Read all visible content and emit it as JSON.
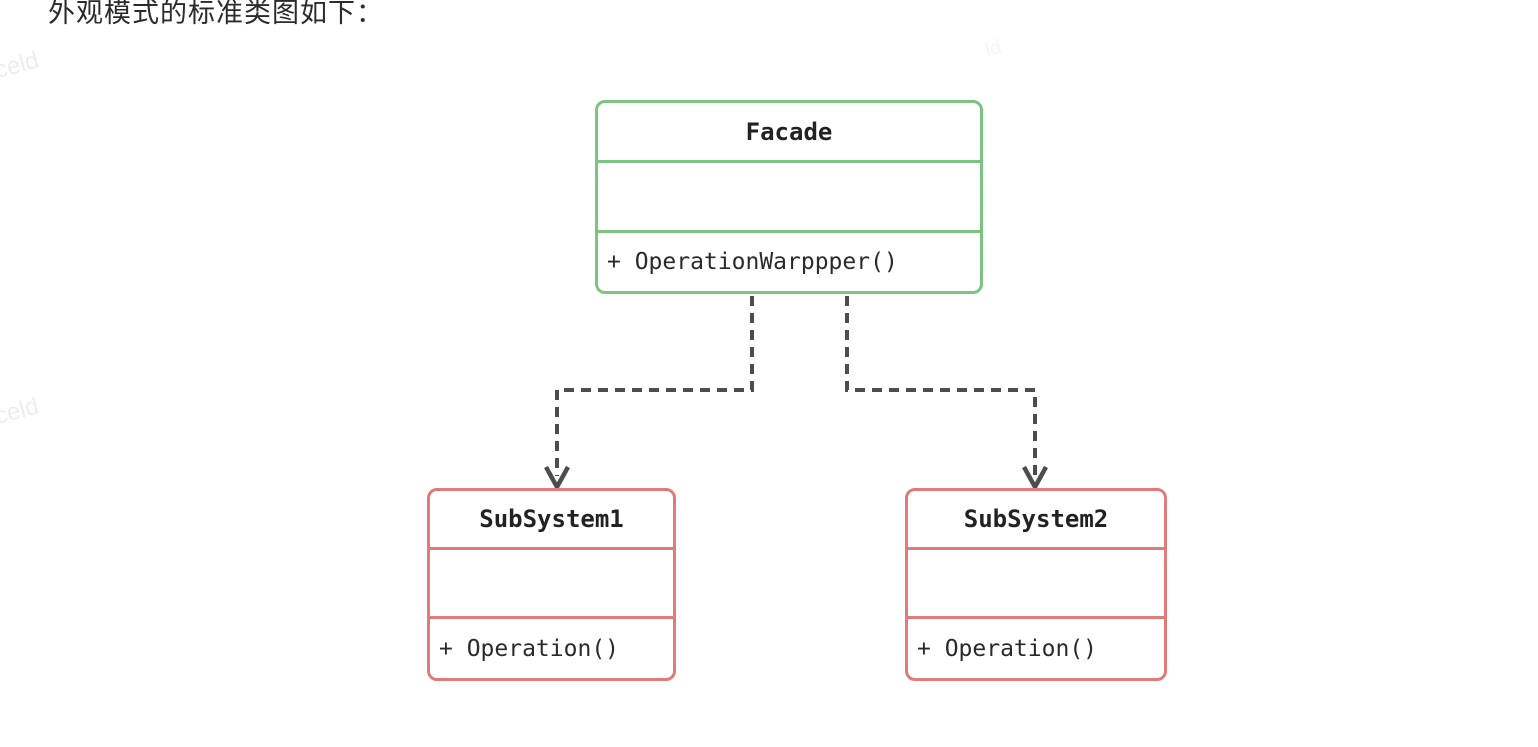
{
  "page": {
    "heading": "外观模式的标准类图如下：",
    "watermark_text": "celd",
    "watermark_fragment": "ld"
  },
  "diagram": {
    "type": "uml-class-diagram",
    "pattern": "Facade",
    "colors": {
      "facade_border": "#7dc483",
      "subsystem_border": "#e17a7a",
      "connector": "#4d4d4d",
      "text": "#2a2a2a"
    },
    "classes": [
      {
        "id": "facade",
        "name": "Facade",
        "attributes": "",
        "methods": "+ OperationWarppper()"
      },
      {
        "id": "subsystem1",
        "name": "SubSystem1",
        "attributes": "",
        "methods": "+ Operation()"
      },
      {
        "id": "subsystem2",
        "name": "SubSystem2",
        "attributes": "",
        "methods": "+ Operation()"
      }
    ],
    "relations": [
      {
        "from": "Facade",
        "to": "SubSystem1",
        "type": "dashed-dependency-arrow"
      },
      {
        "from": "Facade",
        "to": "SubSystem2",
        "type": "dashed-dependency-arrow"
      }
    ]
  }
}
